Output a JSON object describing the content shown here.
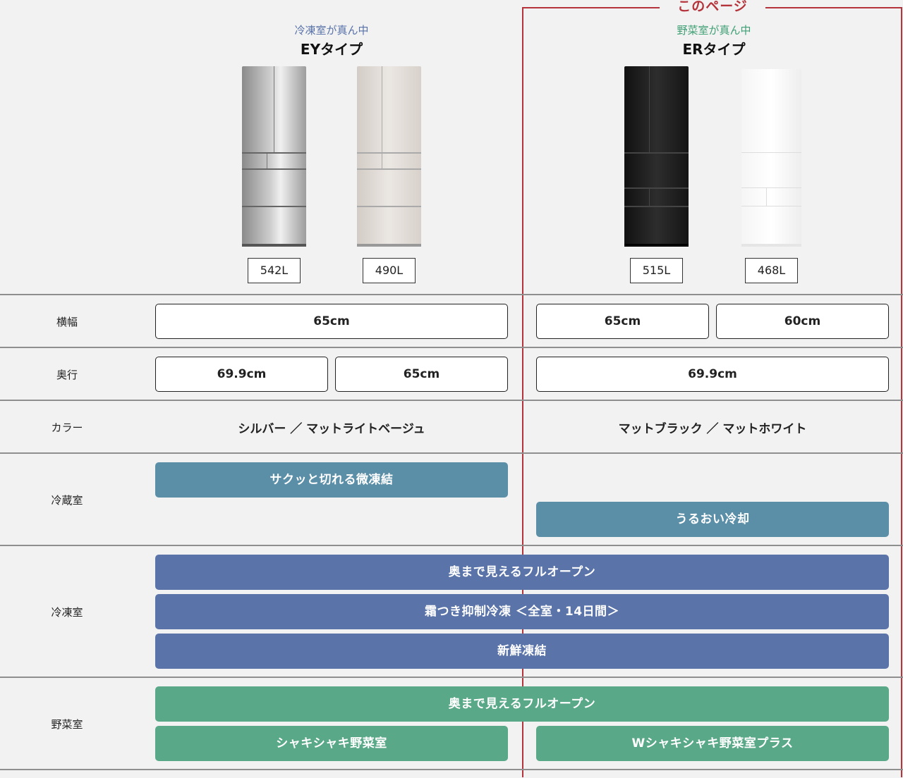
{
  "highlight": {
    "label": "このページ",
    "color": "#b5333a"
  },
  "types": [
    {
      "subtitle": "冷凍室が真ん中",
      "title": "EYタイプ",
      "capacities": [
        "542L",
        "490L"
      ]
    },
    {
      "subtitle": "野菜室が真ん中",
      "title": "ERタイプ",
      "capacities": [
        "515L",
        "468L"
      ]
    }
  ],
  "rows": {
    "width": {
      "label": "横幅",
      "ey": [
        "65cm"
      ],
      "er": [
        "65cm",
        "60cm"
      ]
    },
    "depth": {
      "label": "奥行",
      "ey": [
        "69.9cm",
        "65cm"
      ],
      "er": [
        "69.9cm"
      ]
    },
    "color": {
      "label": "カラー",
      "ey": "シルバー ／ マットライトベージュ",
      "er": "マットブラック ／ マットホワイト"
    },
    "refrigerator": {
      "label": "冷蔵室",
      "ey": "サクッと切れる微凍結",
      "er": "うるおい冷却"
    },
    "freezer": {
      "label": "冷凍室",
      "items": [
        "奥まで見えるフルオープン",
        "霜つき抑制冷凍 ＜全室・14日間＞",
        "新鮮凍結"
      ]
    },
    "vegetable": {
      "label": "野菜室",
      "shared": "奥まで見えるフルオープン",
      "ey": "シャキシャキ野菜室",
      "er": "Wシャキシャキ野菜室プラス"
    }
  },
  "colors": {
    "refrigerator_feature": "#5b8fa8",
    "freezer_feature": "#5a73a8",
    "vegetable_feature": "#59a888"
  }
}
